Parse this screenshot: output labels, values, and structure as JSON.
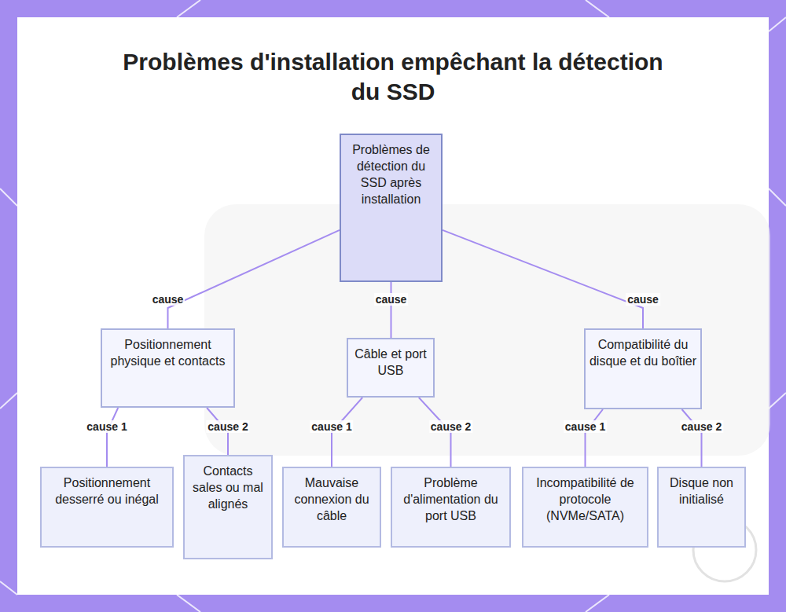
{
  "diagram": {
    "title": "Problèmes d'installation empêchant la détection du SSD",
    "nodes": [
      {
        "text": [
          "Problèmes de détection du SSD après installation"
        ]
      },
      {
        "text": [
          "Positionnement physique et contacts"
        ]
      },
      {
        "text": [
          "Câble et port USB"
        ]
      },
      {
        "text": [
          "Compatibilité du disque et du boîtier"
        ]
      },
      {
        "text": [
          "Positionnement desserré ou inégal"
        ]
      },
      {
        "text": [
          "Contacts sales ou mal alignés"
        ]
      },
      {
        "text": [
          "Mauvaise connexion du câble"
        ]
      },
      {
        "text": [
          "Problème d'alimentation du port USB"
        ]
      },
      {
        "text": [
          "Incompatibilité de protocole (NVMe/SATA)"
        ]
      },
      {
        "text": [
          "Disque non initialisé"
        ]
      }
    ],
    "edges": [
      {
        "from": 0,
        "to": 1,
        "arrow": "none",
        "label": "cause"
      },
      {
        "from": 0,
        "to": 2,
        "arrow": "none",
        "label": "cause"
      },
      {
        "from": 0,
        "to": 3,
        "arrow": "none",
        "label": "cause"
      },
      {
        "from": 1,
        "to": 4,
        "arrow": "none",
        "label": "cause 1"
      },
      {
        "from": 1,
        "to": 5,
        "arrow": "none",
        "label": "cause 2"
      },
      {
        "from": 2,
        "to": 6,
        "arrow": "none",
        "label": "cause 1"
      },
      {
        "from": 2,
        "to": 7,
        "arrow": "none",
        "label": "cause 2"
      },
      {
        "from": 3,
        "to": 8,
        "arrow": "none",
        "label": "cause 1"
      },
      {
        "from": 3,
        "to": 9,
        "arrow": "none",
        "label": "cause 2"
      }
    ]
  }
}
